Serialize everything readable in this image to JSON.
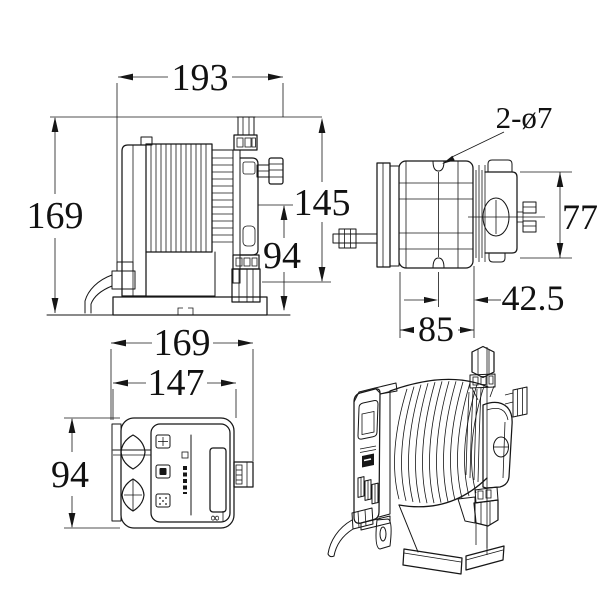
{
  "drawing": {
    "colors": {
      "background": "#ffffff",
      "line": "#161616",
      "text": "#111111"
    },
    "views": {
      "side_view": {
        "dims": {
          "overall_width": "193",
          "overall_height": "169",
          "fitting_top_height": "145",
          "knob_center_height": "94"
        }
      },
      "bottom_view": {
        "mounting_holes_callout": "2-ø7",
        "dims": {
          "pump_head_width": "77",
          "hole_to_head_offset": "42.5",
          "bracket_width": "85"
        }
      },
      "front_view": {
        "panel_mark": "∞",
        "dims": {
          "overall_width": "169",
          "body_width": "147",
          "body_height": "94"
        }
      }
    }
  }
}
